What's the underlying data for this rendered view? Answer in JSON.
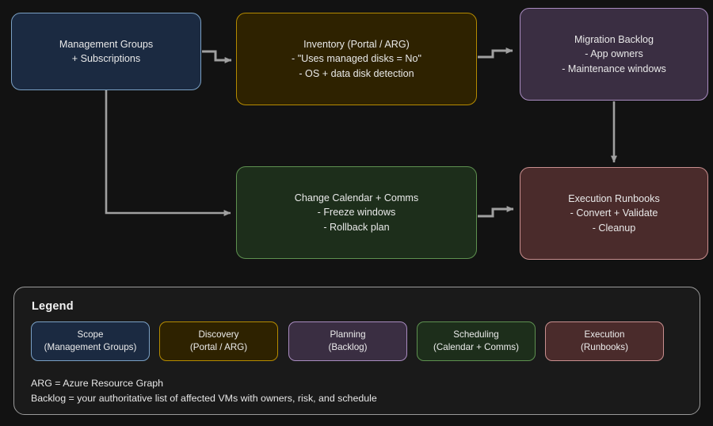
{
  "diagram": {
    "background_color": "#121212",
    "connector_color": "#a0a0a0",
    "nodes": [
      {
        "id": "scope",
        "name": "management-groups-subscriptions",
        "text": "Management Groups\n+ Subscriptions",
        "fill": "#1b2a41",
        "stroke": "#7aa0c4"
      },
      {
        "id": "discovery",
        "name": "inventory-portal-arg",
        "text": "Inventory (Portal / ARG)\n- \"Uses managed disks = No\"\n- OS + data disk detection",
        "fill": "#2e2200",
        "stroke": "#b58b00"
      },
      {
        "id": "planning",
        "name": "migration-backlog",
        "text": "Migration Backlog\n- App owners\n- Maintenance windows",
        "fill": "#3a2e42",
        "stroke": "#a98cc0"
      },
      {
        "id": "scheduling",
        "name": "change-calendar-comms",
        "text": "Change Calendar + Comms\n- Freeze windows\n- Rollback plan",
        "fill": "#1d2e1b",
        "stroke": "#5e9150"
      },
      {
        "id": "execution",
        "name": "execution-runbooks",
        "text": "Execution Runbooks\n- Convert + Validate\n- Cleanup",
        "fill": "#4a2b2b",
        "stroke": "#c98f8f"
      }
    ],
    "edges": [
      {
        "from": "scope",
        "to": "discovery"
      },
      {
        "from": "discovery",
        "to": "planning"
      },
      {
        "from": "scope",
        "to": "scheduling"
      },
      {
        "from": "planning",
        "to": "execution"
      },
      {
        "from": "scheduling",
        "to": "execution"
      }
    ]
  },
  "legend": {
    "title": "Legend",
    "swatches": [
      {
        "name": "legend-scope",
        "text": "Scope\n(Management Groups)",
        "fill": "#1b2a41",
        "stroke": "#7aa0c4"
      },
      {
        "name": "legend-discovery",
        "text": "Discovery\n(Portal / ARG)",
        "fill": "#2e2200",
        "stroke": "#b58b00"
      },
      {
        "name": "legend-planning",
        "text": "Planning\n(Backlog)",
        "fill": "#3a2e42",
        "stroke": "#a98cc0"
      },
      {
        "name": "legend-scheduling",
        "text": "Scheduling\n(Calendar + Comms)",
        "fill": "#1d2e1b",
        "stroke": "#5e9150"
      },
      {
        "name": "legend-execution",
        "text": "Execution\n(Runbooks)",
        "fill": "#4a2b2b",
        "stroke": "#c98f8f"
      }
    ],
    "notes": [
      "ARG = Azure Resource Graph",
      "Backlog = your authoritative list of affected VMs with owners, risk, and schedule"
    ]
  }
}
